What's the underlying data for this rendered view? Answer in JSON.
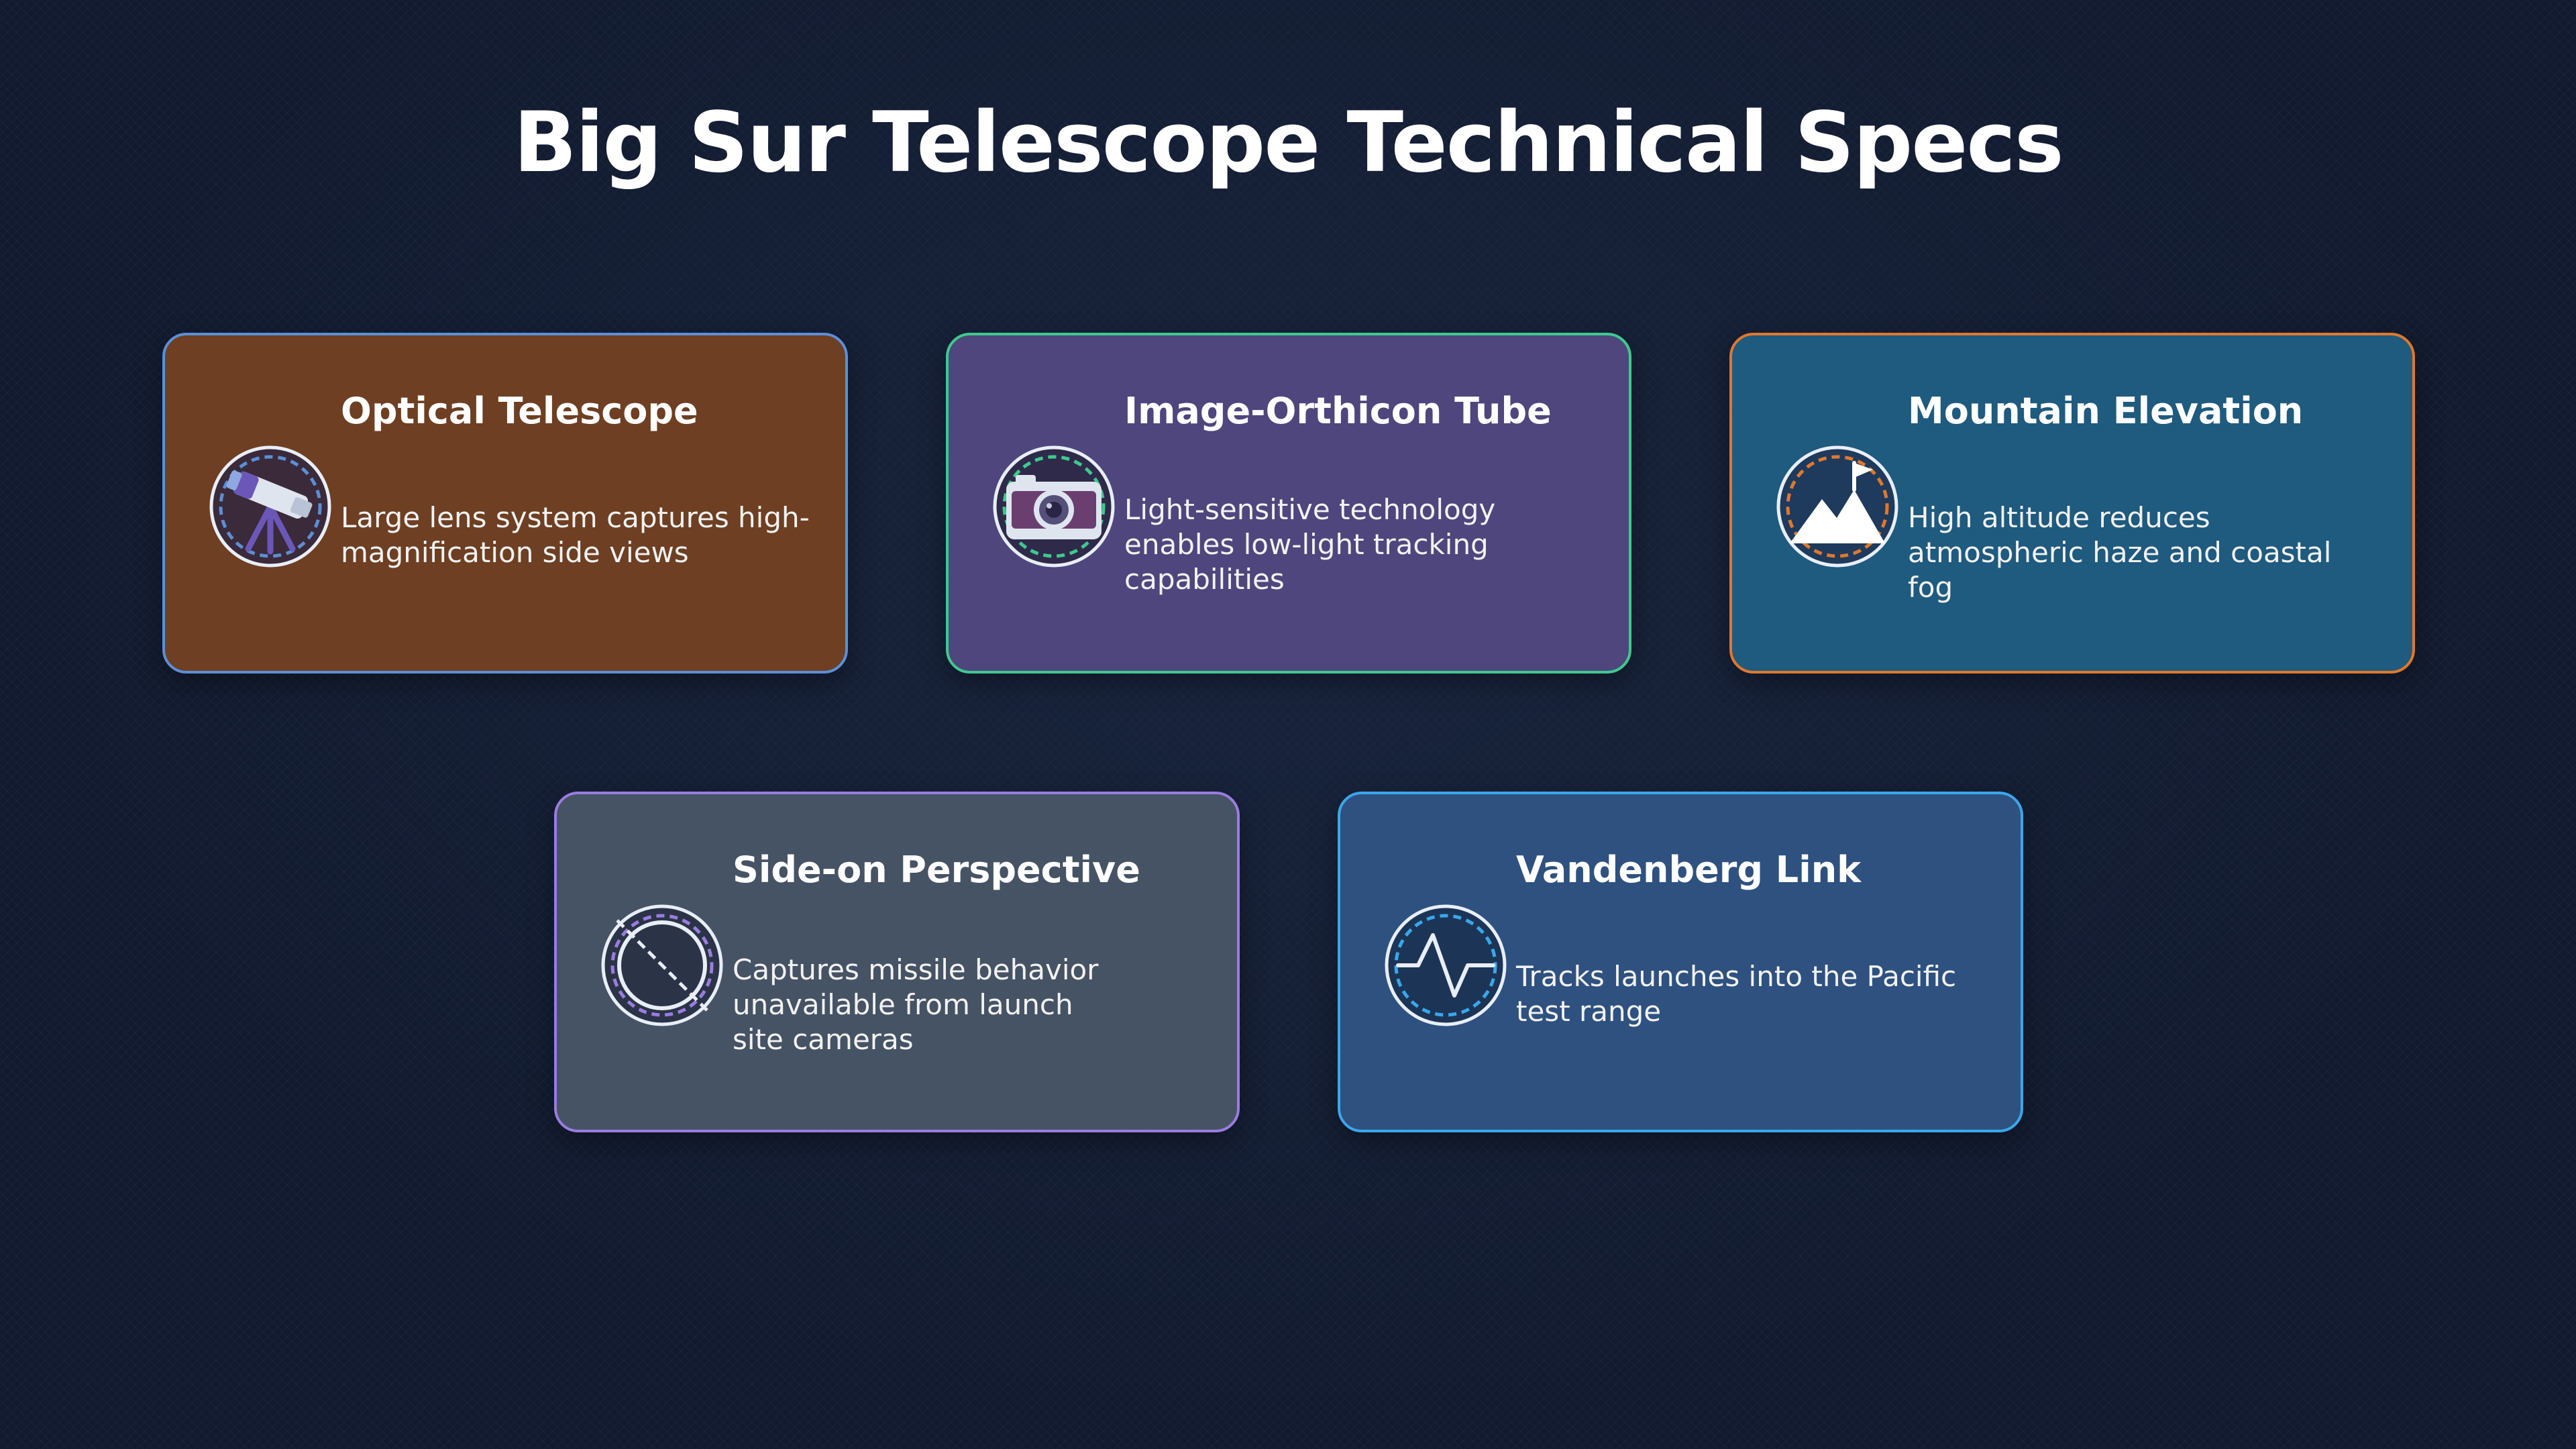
{
  "title": "Big Sur Telescope Technical Specs",
  "cards": [
    {
      "title": "Optical Telescope",
      "description": "Large lens system captures high-magnification side views",
      "icon": "telescope-icon",
      "background": "#6e3f22",
      "border": "#5b8fd6",
      "accent": "#5b8fd6"
    },
    {
      "title": "Image-Orthicon Tube",
      "description": "Light-sensitive technology enables low-light tracking capabilities",
      "icon": "camera-icon",
      "background": "#4f467d",
      "border": "#3ec98f",
      "accent": "#3ec98f"
    },
    {
      "title": "Mountain Elevation",
      "description": "High altitude reduces atmospheric haze and coastal fog",
      "icon": "mountain-icon",
      "background": "#1f5a7f",
      "border": "#e0782c",
      "accent": "#e0782c"
    },
    {
      "title": "Side-on Perspective",
      "description": "Captures missile behavior unavailable from launch site cameras",
      "icon": "perspective-icon",
      "background": "#465365",
      "border": "#9a7ce0",
      "accent": "#9a7ce0"
    },
    {
      "title": "Vandenberg Link",
      "description": "Tracks launches into the Pacific test range",
      "icon": "signal-wave-icon",
      "background": "#2e5180",
      "border": "#3aa7ea",
      "accent": "#3aa7ea"
    }
  ]
}
